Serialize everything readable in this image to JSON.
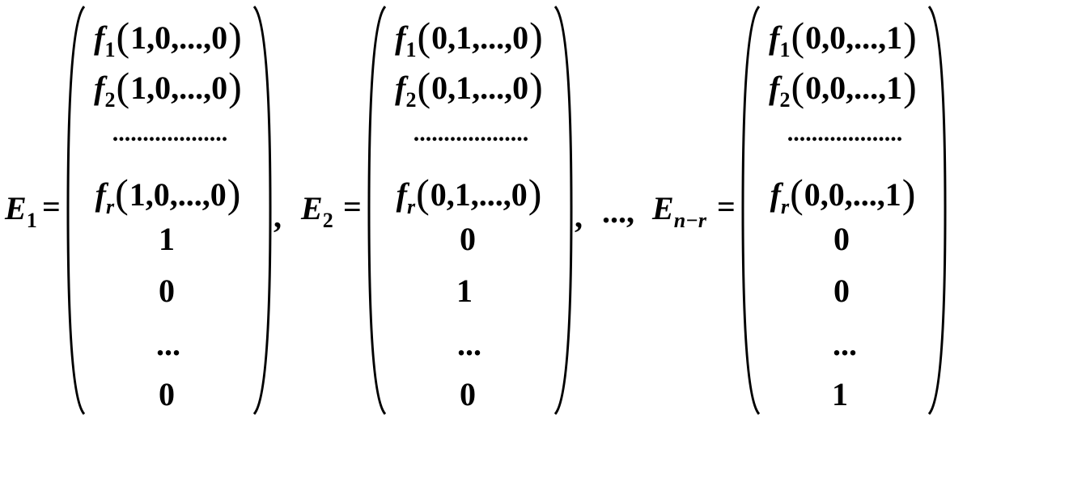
{
  "equation": {
    "vectors": [
      {
        "name": "E",
        "name_sub": "1",
        "entries": {
          "f1": {
            "fn": "f",
            "sub": "1",
            "args": "1,0,...,0"
          },
          "f2": {
            "fn": "f",
            "sub": "2",
            "args": "1,0,...,0"
          },
          "dots": "...................",
          "fr": {
            "fn": "f",
            "sub": "r",
            "args": "1,0,...,0"
          },
          "tail": [
            "1",
            "0",
            "...",
            "0"
          ]
        }
      },
      {
        "name": "E",
        "name_sub": "2",
        "entries": {
          "f1": {
            "fn": "f",
            "sub": "1",
            "args": "0,1,...,0"
          },
          "f2": {
            "fn": "f",
            "sub": "2",
            "args": "0,1,...,0"
          },
          "dots": "...................",
          "fr": {
            "fn": "f",
            "sub": "r",
            "args": "0,1,...,0"
          },
          "tail": [
            "0",
            "1",
            "...",
            "0"
          ]
        }
      },
      {
        "name": "E",
        "name_sub": "n−r",
        "entries": {
          "f1": {
            "fn": "f",
            "sub": "1",
            "args": "0,0,...,1"
          },
          "f2": {
            "fn": "f",
            "sub": "2",
            "args": "0,0,...,1"
          },
          "dots": "...................",
          "fr": {
            "fn": "f",
            "sub": "r",
            "args": "0,0,...,1"
          },
          "tail": [
            "0",
            "0",
            "...",
            "1"
          ]
        }
      }
    ],
    "equals": "=",
    "comma": ",",
    "ellipsis": "...,"
  }
}
